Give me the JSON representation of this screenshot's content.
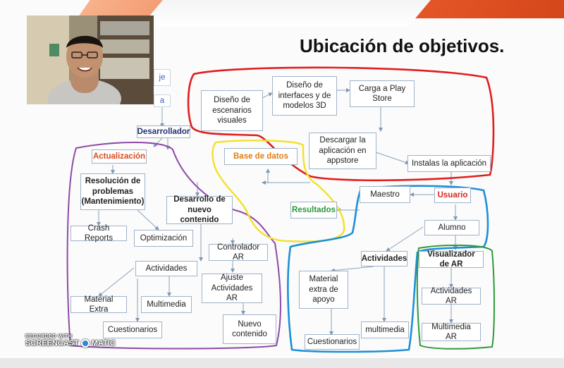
{
  "slide": {
    "title": "Ubicación de objetivos.",
    "nodes": {
      "diseno_escenarios": "Diseño de escenarios visuales",
      "diseno_interfaces": "Diseño de interfaces y de modelos 3D",
      "carga_play": "Carga a Play Store",
      "descargar": "Descargar la aplicación en appstore",
      "instalas": "Instalas la aplicación",
      "desarrollador": "Desarrollador",
      "actualizacion": "Actualización",
      "base_datos": "Base de datos",
      "resultados": "Resultados",
      "maestro": "Maestro",
      "usuario": "Usuario",
      "alumno": "Alumno",
      "resolucion": "Resolución de problemas (Mantenimiento)",
      "desarrollo_nuevo": "Desarrollo de nuevo contenido",
      "crash": "Crash Reports",
      "optimizacion": "Optimización",
      "controlador": "Controlador AR",
      "actividades_left": "Actividades",
      "ajuste": "Ajuste Actividades AR",
      "material_extra": "Material Extra",
      "multimedia_left": "Multimedia",
      "cuestionarios_left": "Cuestionarios",
      "nuevo_contenido": "Nuevo contenido",
      "actividades_mid": "Actividades",
      "material_apoyo": "Material extra de apoyo",
      "multimedia_mid": "multimedia",
      "cuestionarios_mid": "Cuestionarios",
      "visualizador": "Visualizador de AR",
      "actividades_ar": "Actividades AR",
      "multimedia_ar": "Multimedia AR"
    },
    "hidden_fragments": [
      "je",
      "a"
    ]
  },
  "colors": {
    "red_region": "#e11d1d",
    "purple_region": "#8e4aa6",
    "yellow_region": "#f2e12a",
    "blue_region": "#1f8fd6",
    "green_region": "#2e9a3a",
    "actualizacion_text": "#d94a1a",
    "base_datos_text": "#e07b12",
    "resultados_text": "#2a9a3a",
    "usuario_text": "#d9261a",
    "desarrollador_text": "#23306e"
  },
  "watermark": {
    "line1": "RECORDED WITH",
    "line2a": "SCREENCAST",
    "line2b": "MATIC"
  }
}
